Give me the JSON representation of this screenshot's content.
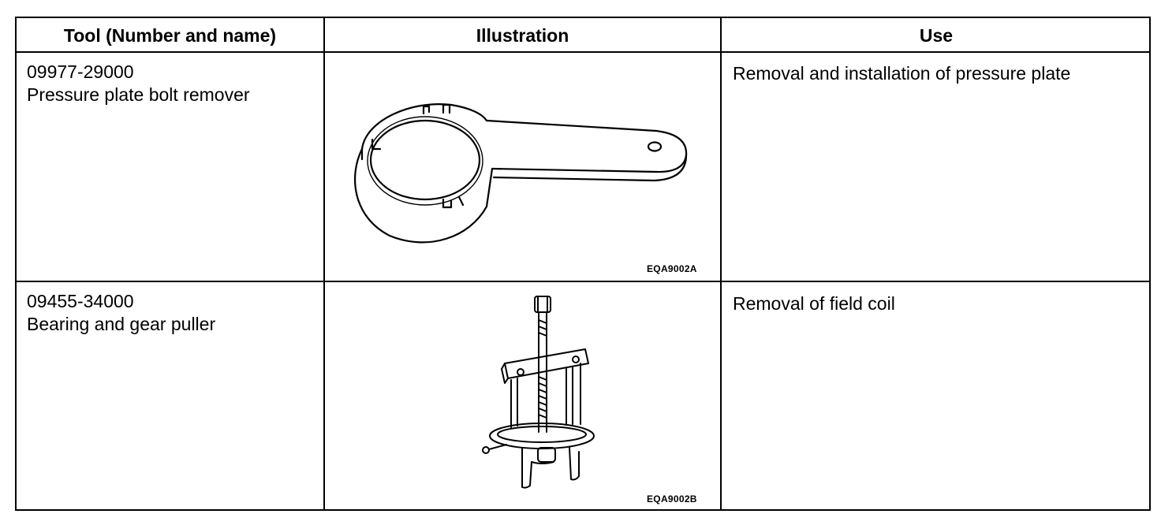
{
  "headers": {
    "tool": "Tool (Number and name)",
    "illustration": "Illustration",
    "use": "Use"
  },
  "rows": [
    {
      "number": "09977-29000",
      "name": "Pressure plate bolt remover",
      "illustration_code": "EQA9002A",
      "illustration_icon": "pressure-plate-bolt-remover-drawing",
      "use": "Removal and installation of pressure plate"
    },
    {
      "number": "09455-34000",
      "name": "Bearing and gear puller",
      "illustration_code": "EQA9002B",
      "illustration_icon": "bearing-gear-puller-drawing",
      "use": "Removal of field coil"
    }
  ]
}
